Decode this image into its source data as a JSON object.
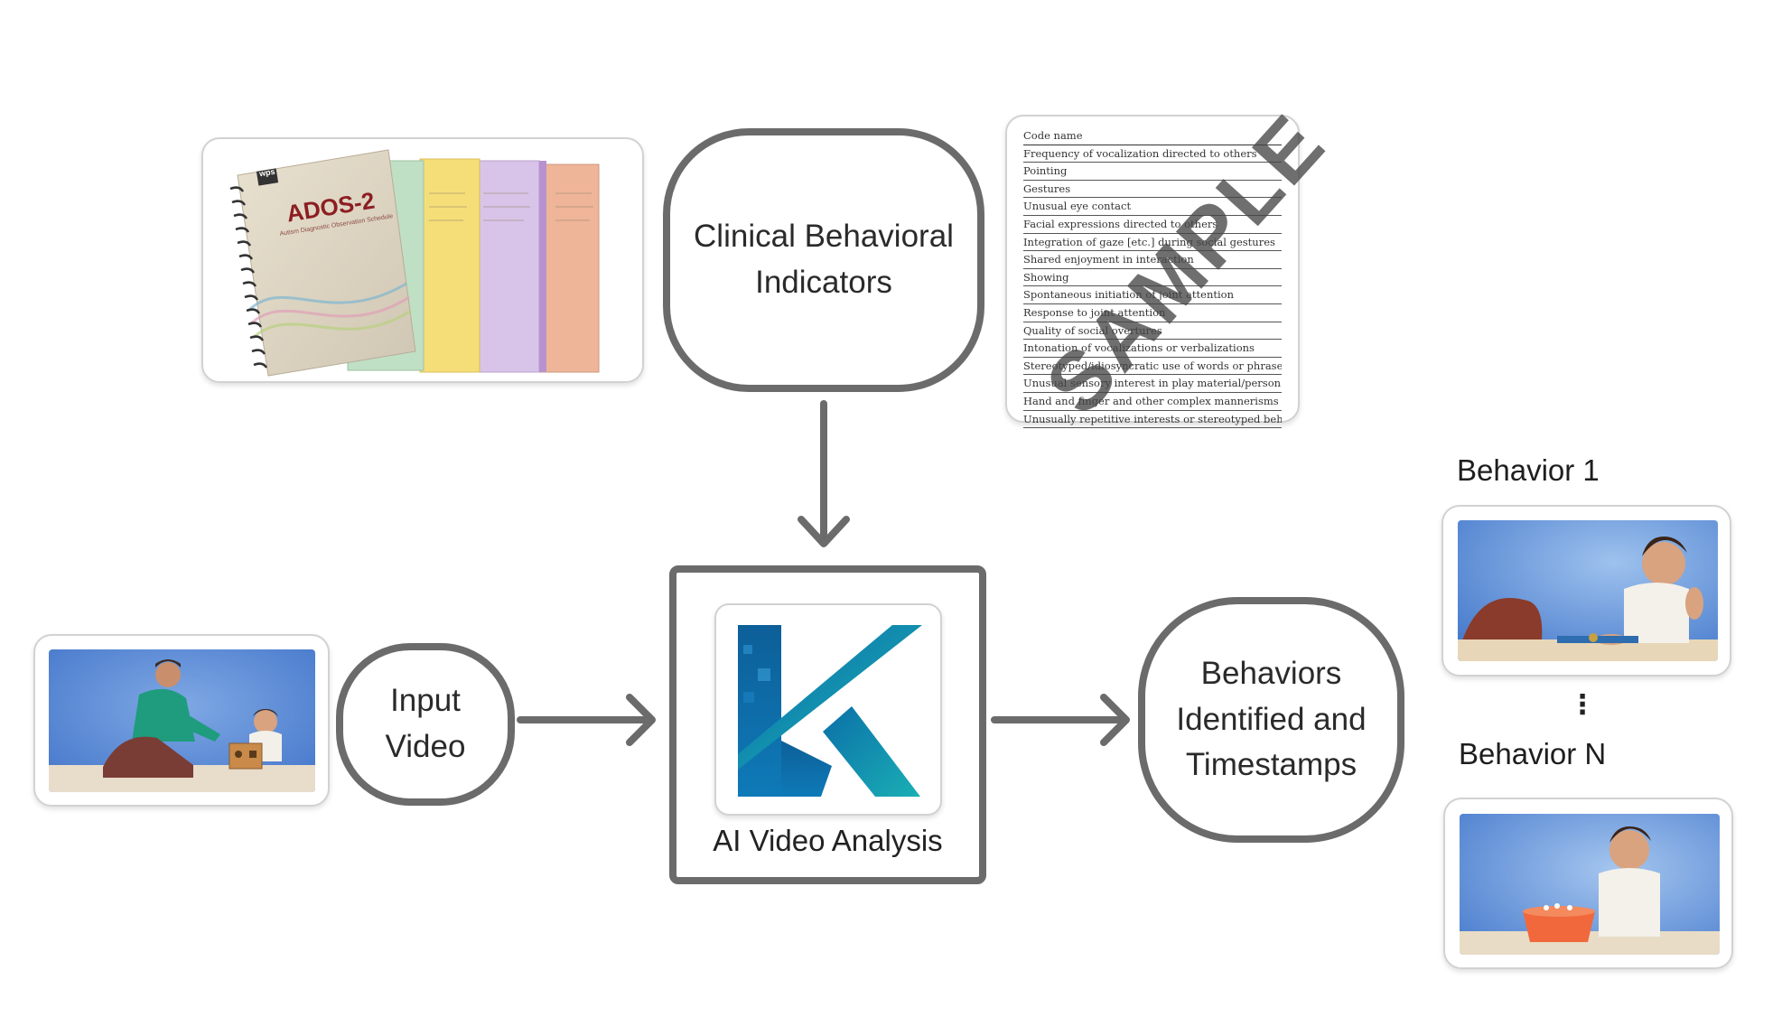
{
  "nodes": {
    "clinical": "Clinical Behavioral\nIndicators",
    "input": "Input\nVideo",
    "analysis": "AI Video Analysis",
    "behaviors": "Behaviors\nIdentified and\nTimestamps"
  },
  "labels": {
    "behavior_1": "Behavior 1",
    "ellipsis": "⋮",
    "behavior_n": "Behavior N"
  },
  "manual": {
    "brand": "wps",
    "title": "ADOS-2",
    "subtitle": "Autism Diagnostic Observation Schedule",
    "tab_colors": [
      "#b9dcc0",
      "#f4dc7a",
      "#d7c3e6",
      "#f0b79a"
    ]
  },
  "code_table": {
    "header": "Code name",
    "rows": [
      "Frequency of vocalization directed to others",
      "Pointing",
      "Gestures",
      "Unusual eye contact",
      "Facial expressions directed to others",
      "Integration of gaze [etc.] during social gestures",
      "Shared enjoyment in interaction",
      "Showing",
      "Spontaneous initiation of joint attention",
      "Response to joint attention",
      "Quality of social overtures",
      "Intonation of vocalizations or verbalizations",
      "Stereotyped/idiosyncratic use of words or phrases",
      "Unusual sensory interest in play material/person",
      "Hand and finger and other complex mannerisms",
      "Unusually repetitive interests or stereotyped behavior"
    ],
    "watermark": "SAMPLE"
  },
  "colors": {
    "stroke": "#6b6b6b",
    "logo_blue": "#0b6fa8",
    "logo_teal": "#18a9b8",
    "photo_bg": "#4f86d6"
  },
  "icons": {
    "logo": "k-logo-icon"
  }
}
